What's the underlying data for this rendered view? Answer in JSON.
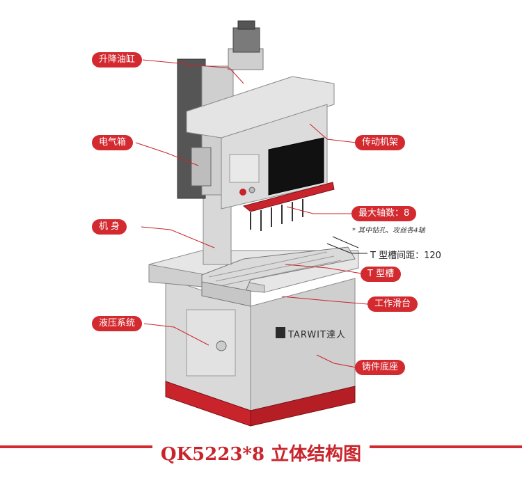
{
  "labels": {
    "lift_cylinder": "升降油缸",
    "electric_box": "电气箱",
    "machine_body": "机 身",
    "hydraulic_system": "液压系统",
    "transmission_frame": "传动机架",
    "max_spindles": "最大轴数：8",
    "spindle_note": "* 其中钻孔、攻丝各4轴",
    "t_slot_spacing": "T 型槽间距：120",
    "t_slot": "T 型槽",
    "work_slide": "工作滑台",
    "cast_base": "铸件底座"
  },
  "logo": {
    "brand": "TARWIT",
    "cn": "達人"
  },
  "title": "QK5223*8 立体结构图",
  "colors": {
    "accent": "#d32a30",
    "machine_gray": "#dcdcdc",
    "machine_dark": "#5a5a5a"
  }
}
